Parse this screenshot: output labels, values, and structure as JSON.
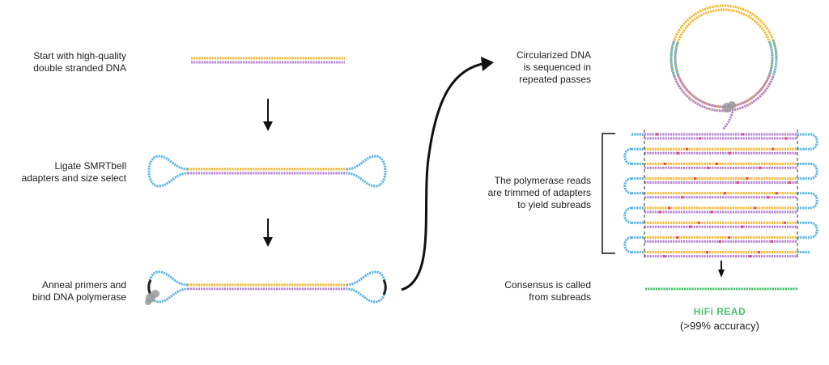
{
  "steps": [
    {
      "id": "start",
      "text": "Start with high-quality\ndouble stranded DNA"
    },
    {
      "id": "ligate",
      "text": "Ligate SMRTbell\nadapters and size select"
    },
    {
      "id": "anneal",
      "text": "Anneal primers and\nbind DNA polymerase"
    },
    {
      "id": "circ",
      "text": "Circularized DNA\nis sequenced in\nrepeated passes"
    },
    {
      "id": "trim",
      "text": "The polymerase reads\nare trimmed of adapters\nto yield subreads"
    },
    {
      "id": "consensus",
      "text": "Consensus is called\nfrom subreads"
    }
  ],
  "result": {
    "title": "HiFi READ",
    "accuracy": "(>99% accuracy)"
  },
  "colors": {
    "strand_top": "#f5b731",
    "strand_bottom": "#b483d6",
    "adapter": "#5ab4e6",
    "polymerase": "#9a9a9a",
    "error": "#e8416d",
    "consensus": "#44c46a",
    "arrow": "#111111"
  }
}
